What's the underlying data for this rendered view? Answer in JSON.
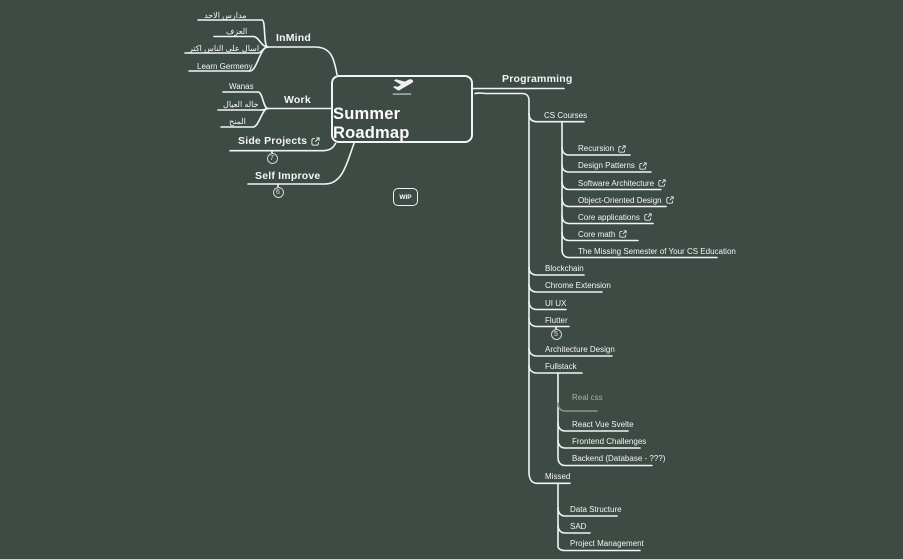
{
  "colors": {
    "background": "#3e4a44",
    "line": "#f2f4f3",
    "muted_line": "#8a948e",
    "text": "#f4f6f5",
    "muted_text": "#a8b0ab"
  },
  "icons": {
    "root_icon": "airplane-departure-icon",
    "link_icon": "external-link-icon",
    "badge_icon": "collapsed-count-badge"
  },
  "root": {
    "title": "Summer Roadmap"
  },
  "wip": {
    "label": "WIP"
  },
  "left": {
    "inmind": {
      "label": "InMind",
      "children": [
        "مدارس الاحد",
        "العزف",
        "اسال على الناس اكتر",
        "Learn Germeny"
      ]
    },
    "work": {
      "label": "Work",
      "children": [
        "Wanas",
        "خاله العيال",
        "المنح"
      ]
    },
    "side_projects": {
      "label": "Side Projects",
      "has_link": true,
      "collapsed_count": "7"
    },
    "self_improve": {
      "label": "Self Improve",
      "collapsed_count": "6"
    }
  },
  "right": {
    "programming": {
      "label": "Programming"
    },
    "cs_courses": {
      "label": "CS Courses",
      "children": [
        {
          "label": "Recursion",
          "link": true
        },
        {
          "label": "Design Patterns",
          "link": true
        },
        {
          "label": "Software Architecture",
          "link": true
        },
        {
          "label": "Object-Oriented Design",
          "link": true
        },
        {
          "label": "Core applications",
          "link": true
        },
        {
          "label": "Core math",
          "link": true
        },
        {
          "label": "The Missing Semester of Your CS Education",
          "link": false
        }
      ]
    },
    "topics": [
      "Blockchain",
      "Chrome Extension",
      "UI UX",
      "Flutter",
      "Architecture Design"
    ],
    "flutter_collapsed_count": "5",
    "fullstack": {
      "label": "Fullstack",
      "children": [
        "Real css",
        "React Vue Svelte",
        "Frontend Challenges",
        "Backend (Database - ???)"
      ]
    },
    "missed": {
      "label": "Missed",
      "children": [
        "Data Structure",
        "SAD",
        "Project Management"
      ]
    }
  }
}
